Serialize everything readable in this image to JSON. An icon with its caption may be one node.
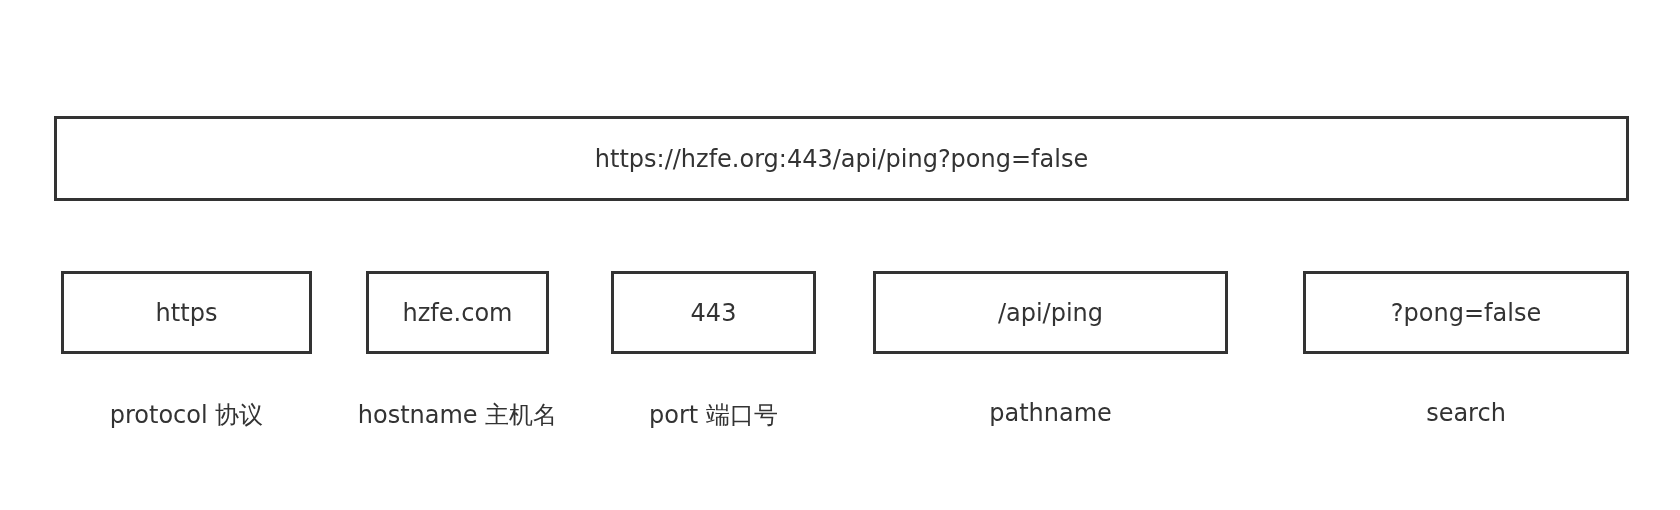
{
  "diagram": {
    "nodes": [
      {
        "text": [
          "https://hzfe.org:443/api/ping?pong=false"
        ]
      },
      {
        "text": [
          "https"
        ],
        "beside": [
          "protocol 协议"
        ]
      },
      {
        "text": [
          "hzfe.com"
        ],
        "beside": [
          "hostname 主机名"
        ]
      },
      {
        "text": [
          "443"
        ],
        "beside": [
          "port 端口号"
        ]
      },
      {
        "text": [
          "/api/ping"
        ],
        "beside": [
          "pathname"
        ]
      },
      {
        "text": [
          "?pong=false"
        ],
        "beside": [
          "search"
        ]
      }
    ]
  }
}
